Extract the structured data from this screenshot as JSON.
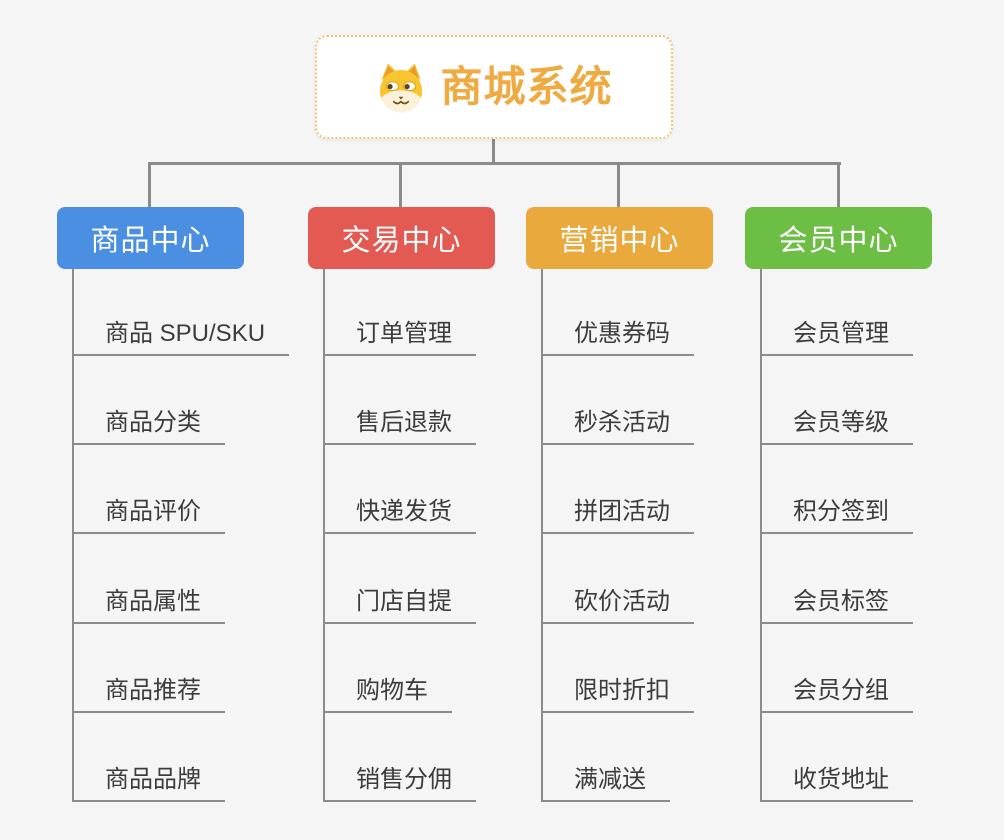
{
  "root": {
    "title": "商城系统",
    "icon": "doge-icon",
    "border_color": "#F3C46E",
    "title_color": "#EFAB42"
  },
  "branches": [
    {
      "label": "商品中心",
      "color": "#4B8FE2",
      "children": [
        "商品 SPU/SKU",
        "商品分类",
        "商品评价",
        "商品属性",
        "商品推荐",
        "商品品牌"
      ]
    },
    {
      "label": "交易中心",
      "color": "#E25A52",
      "children": [
        "订单管理",
        "售后退款",
        "快递发货",
        "门店自提",
        "购物车",
        "销售分佣"
      ]
    },
    {
      "label": "营销中心",
      "color": "#E9A93C",
      "children": [
        "优惠券码",
        "秒杀活动",
        "拼团活动",
        "砍价活动",
        "限时折扣",
        "满减送"
      ]
    },
    {
      "label": "会员中心",
      "color": "#6CBE45",
      "children": [
        "会员管理",
        "会员等级",
        "积分签到",
        "会员标签",
        "会员分组",
        "收货地址"
      ]
    }
  ],
  "connector_color": "#8B8B8B",
  "background_color": "#F5F5F5",
  "leaf_text_color": "#3C3C3C"
}
